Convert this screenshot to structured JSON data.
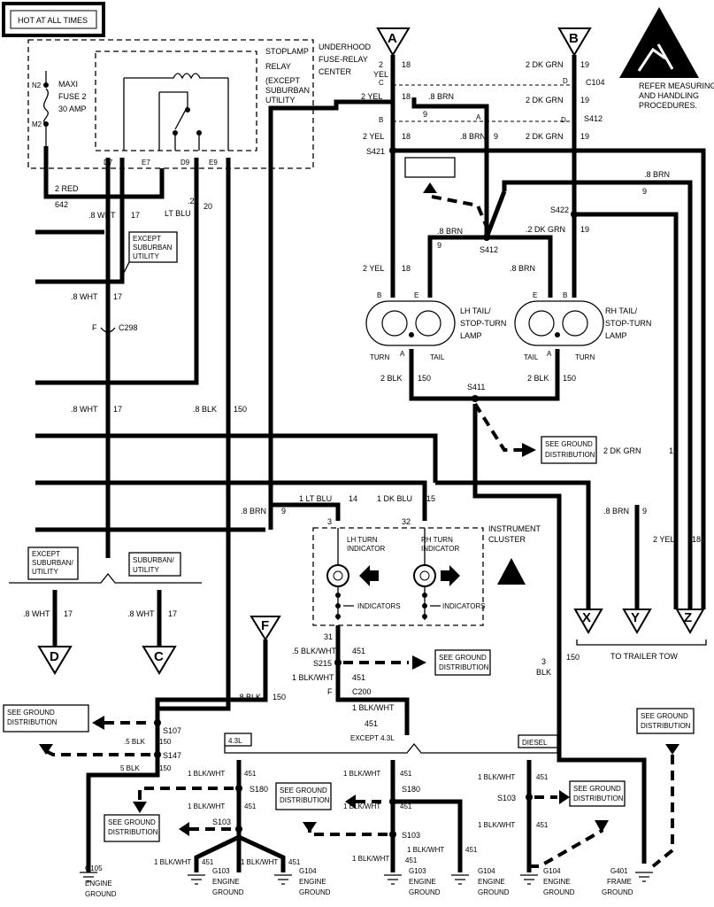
{
  "banner": {
    "text": "HOT AT ALL TIMES"
  },
  "esd_note": {
    "lines": [
      "REFER MEASURING",
      "AND HANDLING",
      "PROCEDURES."
    ]
  },
  "connectors": {
    "A": "A",
    "B": "B",
    "D": "D",
    "C": "C",
    "F": "F",
    "X": "X",
    "Y": "Y",
    "Z": "Z"
  },
  "fuse_block": {
    "stoplamp": "STOPLAMP",
    "relay": "RELAY",
    "center_lines": [
      "UNDERHOOD",
      "FUSE-RELAY",
      "CENTER"
    ],
    "except_lines": [
      "(EXCEPT",
      "SUBURBAN",
      "UTILITY"
    ],
    "maxi": "MAXI",
    "fuse": "FUSE 2",
    "amp": "30 AMP",
    "n2": "N2",
    "m2": "M2",
    "pins": [
      "D7",
      "E7",
      "D9",
      "E9"
    ]
  },
  "wires": {
    "red": "2 RED",
    "red_circuit": "642",
    "wht_a": ".8 WHT",
    "wht_a_ckt": "17",
    "ltblu_a": ".2",
    "ltblu_b": "LT BLU",
    "ltblu_ckt": "20",
    "wht_b": ".8 WHT",
    "wht_b_ckt": "17",
    "c298_pin": "F",
    "c298": "C298",
    "wht_c": ".8 WHT",
    "wht_c_ckt": "17",
    "blk_a": ".8 BLK",
    "blk_a_ckt": "150",
    "brn_a": ".8 BRN",
    "brn_a_ckt": "9",
    "except_suburban_note": [
      "EXCEPT",
      "SUBURBAN",
      "UTILITY"
    ]
  },
  "top_right": {
    "yel_top": [
      "2",
      "YEL"
    ],
    "yel_top_ckt": "18",
    "dkgrn_top": "2 DK GRN",
    "dkgrn_top_ckt": "19",
    "c104": "C104",
    "c104_c": "C",
    "c104_d": "D",
    "yel_2": "2 YEL",
    "yel_2_ckt": "18",
    "brn_2": ".8 BRN",
    "ckt9": "9",
    "dkgrn_2": "2 DK GRN",
    "dkgrn_2_ckt": "19",
    "c412_b": "B",
    "c412_a": "A",
    "c412_d": "D",
    "s412_conn": "S412",
    "yel_3": "2 YEL",
    "yel_3_ckt": "18",
    "brn_3": ".8 BRN",
    "brn_3_ckt": "9",
    "dkgrn_3": "2 DK GRN",
    "dkgrn_3_ckt": "19",
    "s421": "S421",
    "brn_right": ".8 BRN",
    "brn_right_ckt": "9",
    "s422": "S422",
    "dkgrn_4": ".2 DK GRN",
    "dkgrn_4_ckt": "19",
    "brn_4": ".8 BRN",
    "brn_4_ckt": "9",
    "s412": "S412",
    "yel_4": "2 YEL",
    "yel_4_ckt": "18",
    "brn_5": ".8 BRN",
    "brn_5_ckt": "9"
  },
  "lamps": {
    "lh": [
      "LH TAIL/",
      "STOP-TURN",
      "LAMP"
    ],
    "rh": [
      "RH TAIL/",
      "STOP-TURN",
      "LAMP"
    ],
    "b": "B",
    "e": "E",
    "a": "A",
    "turn": "TURN",
    "tail": "TAIL",
    "blk_l": "2 BLK",
    "blk_l_ckt": "150",
    "blk_r": "2 BLK",
    "blk_r_ckt": "150",
    "s411": "S411"
  },
  "ground_note": [
    "SEE GROUND",
    "DISTRIBUTION"
  ],
  "right_wires": {
    "dkgrn": "2 DK GRN",
    "dkgrn_ckt": "19",
    "brn": ".8 BRN",
    "brn_ckt": "9",
    "yel": "2 YEL",
    "yel_ckt": "18",
    "trailer_tow": "TO TRAILER TOW",
    "blk": [
      "3",
      "BLK"
    ],
    "blk_ckt": "150"
  },
  "cluster": {
    "ltblu": "1 LT BLU",
    "ltblu_ckt": "14",
    "dkblu": "1 DK BLU",
    "dkblu_ckt": "15",
    "pin3": "3",
    "pin32": "32",
    "pin31": "31",
    "lh": [
      "LH TURN",
      "INDICATOR"
    ],
    "rh": [
      "RH TURN",
      "INDICATOR"
    ],
    "title": [
      "INSTRUMENT",
      "CLUSTER"
    ],
    "indicators": "INDICATORS"
  },
  "bottom": {
    "split_left": [
      "EXCEPT",
      "SUBURBAN/",
      "UTILITY"
    ],
    "split_right": [
      "SUBURBAN/",
      "UTILITY"
    ],
    "wht_d": ".8 WHT",
    "wht_d_ckt": "17",
    "wht_c": ".8 WHT",
    "wht_c_ckt": "17",
    "blkwht_5": ".5 BLK/WHT",
    "blkwht_5_ckt": "451",
    "s215": "S215",
    "blkwht_1": "1 BLK/WHT",
    "blkwht_1_ckt": "451",
    "c200_f": "F",
    "c200": "C200",
    "blkwht_2": "1 BLK/WHT",
    "blkwht_2_ckt": "451",
    "blk_f": ".8 BLK",
    "blk_f_ckt": "150",
    "s107": "S107",
    "blk_5": ".5 BLK",
    "blk_5_ckt": "150",
    "s147": "S147",
    "blk_5b": "5 BLK",
    "blk_5b_ckt": "150",
    "engine_43": "4.3L",
    "engine_except": "EXCEPT 4.3L",
    "engine_diesel": "DIESEL",
    "blkwht_a": "1 BLK/WHT",
    "ckt451": "451",
    "s180": "S180",
    "s103": "S103",
    "blkwht_b": "1 BLK/WHT",
    "g105": "G105",
    "g103": "G103",
    "g104": "G104",
    "g401": "G401",
    "engine": "ENGINE",
    "ground": "GROUND",
    "frame": "FRAME"
  }
}
